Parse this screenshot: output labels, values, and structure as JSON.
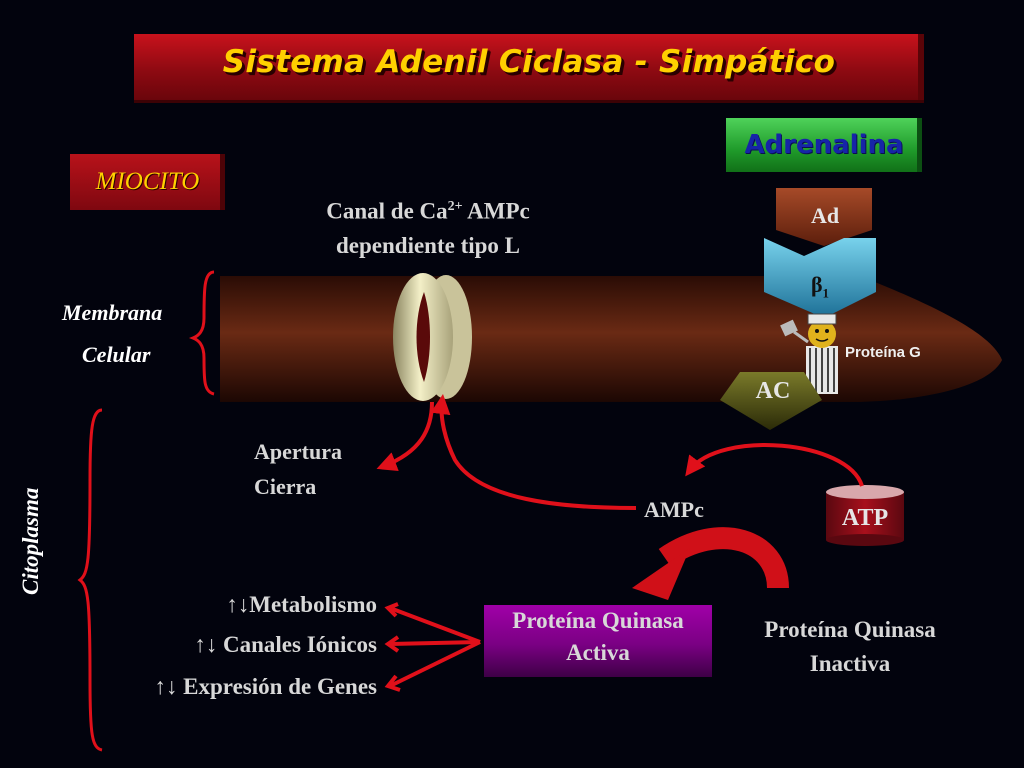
{
  "title": "Sistema Adenil Ciclasa - Simpático",
  "cell_label": "MIOCITO",
  "hormone": "Adrenalina",
  "channel": {
    "line1": "Canal de Ca",
    "superscript": "2+",
    "line1_end": " AMPc",
    "line2": "dependiente tipo L"
  },
  "membrane": {
    "line1": "Membrana",
    "line2": "Celular"
  },
  "cytoplasm_label": "Citoplasma",
  "receptor": {
    "ligand": "Ad",
    "beta": "β",
    "beta_sub": "1",
    "g_protein": "Proteína G",
    "enzyme": "AC"
  },
  "gate": {
    "line1": "Apertura",
    "line2": "Cierra"
  },
  "second_messenger": "AMPc",
  "substrate": "ATP",
  "kinase_active": {
    "line1": "Proteína Quinasa",
    "line2": "Activa"
  },
  "kinase_inactive": {
    "line1": "Proteína Quinasa",
    "line2": "Inactiva"
  },
  "effects": [
    "↑↓Metabolismo",
    "↑↓ Canales Iónicos",
    "↑↓ Expresión de Genes"
  ],
  "colors": {
    "background": "#02030d",
    "title_bar": "#b0101a",
    "title_text": "#ffd000",
    "hormone_box": "#2fb23a",
    "hormone_text": "#1624a8",
    "membrane": "#5a1f10",
    "arrows": "#e0101a",
    "receptor": "#3a9cc0",
    "active_kinase": "#8a0095"
  },
  "icons": [
    "calcium-channel-icon",
    "g-protein-figure-icon",
    "receptor-icon",
    "adenylyl-cyclase-icon",
    "atp-cylinder-icon"
  ]
}
